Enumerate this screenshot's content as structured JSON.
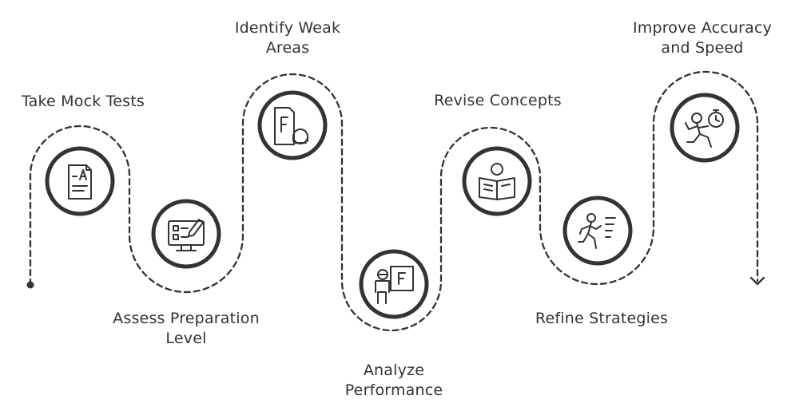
{
  "colors": {
    "stroke": "#333333",
    "background": "#ffffff",
    "text": "#333333"
  },
  "steps": [
    {
      "lines": [
        "Take Mock Tests"
      ],
      "icon": "exam-paper-icon"
    },
    {
      "lines": [
        "Assess Preparation",
        "Level"
      ],
      "icon": "checklist-monitor-icon"
    },
    {
      "lines": [
        "Identify Weak",
        "Areas"
      ],
      "icon": "failed-grade-icon"
    },
    {
      "lines": [
        "Analyze",
        "Performance"
      ],
      "icon": "teacher-board-icon"
    },
    {
      "lines": [
        "Revise Concepts"
      ],
      "icon": "reading-book-icon"
    },
    {
      "lines": [
        "Refine Strategies"
      ],
      "icon": "running-plan-icon"
    },
    {
      "lines": [
        "Improve Accuracy",
        "and Speed"
      ],
      "icon": "stopwatch-runner-icon"
    }
  ]
}
